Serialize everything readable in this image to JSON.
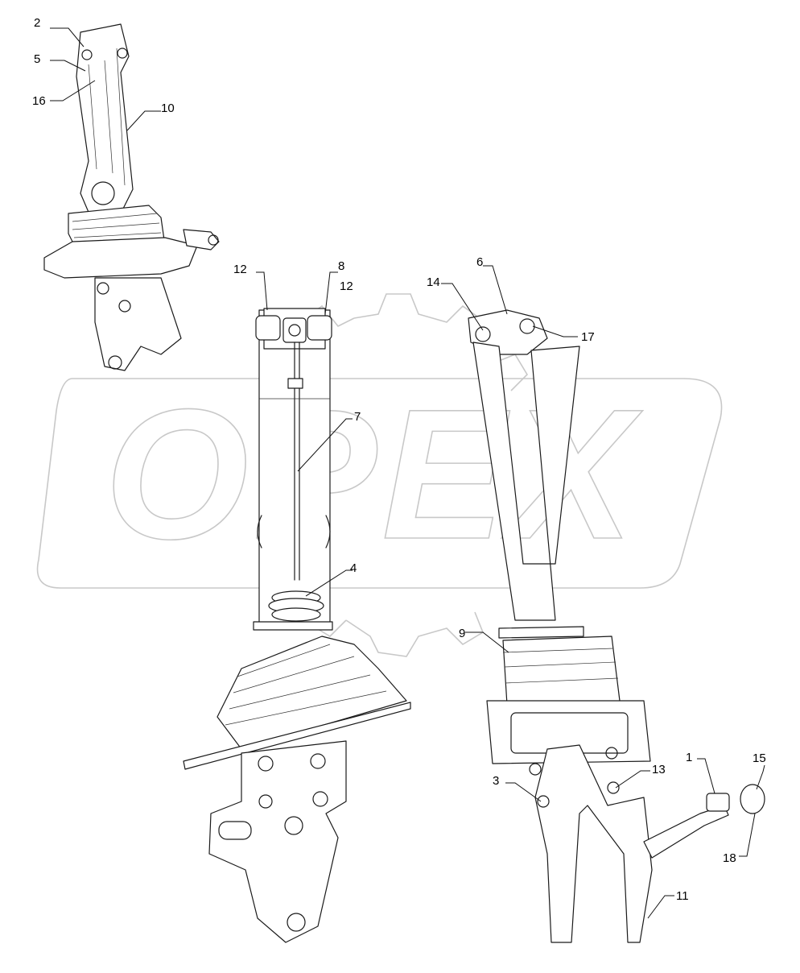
{
  "watermark": {
    "text": "OPEX",
    "color": "#c8c8c8"
  },
  "callouts": [
    {
      "id": "c2",
      "label": "2"
    },
    {
      "id": "c5",
      "label": "5"
    },
    {
      "id": "c16",
      "label": "16"
    },
    {
      "id": "c10",
      "label": "10"
    },
    {
      "id": "c12a",
      "label": "12"
    },
    {
      "id": "c8",
      "label": "8"
    },
    {
      "id": "c12b",
      "label": "12"
    },
    {
      "id": "c7",
      "label": "7"
    },
    {
      "id": "c4",
      "label": "4"
    },
    {
      "id": "c6",
      "label": "6"
    },
    {
      "id": "c14",
      "label": "14"
    },
    {
      "id": "c17",
      "label": "17"
    },
    {
      "id": "c9",
      "label": "9"
    },
    {
      "id": "c3",
      "label": "3"
    },
    {
      "id": "c13",
      "label": "13"
    },
    {
      "id": "c1",
      "label": "1"
    },
    {
      "id": "c15",
      "label": "15"
    },
    {
      "id": "c18",
      "label": "18"
    },
    {
      "id": "c11",
      "label": "11"
    }
  ]
}
